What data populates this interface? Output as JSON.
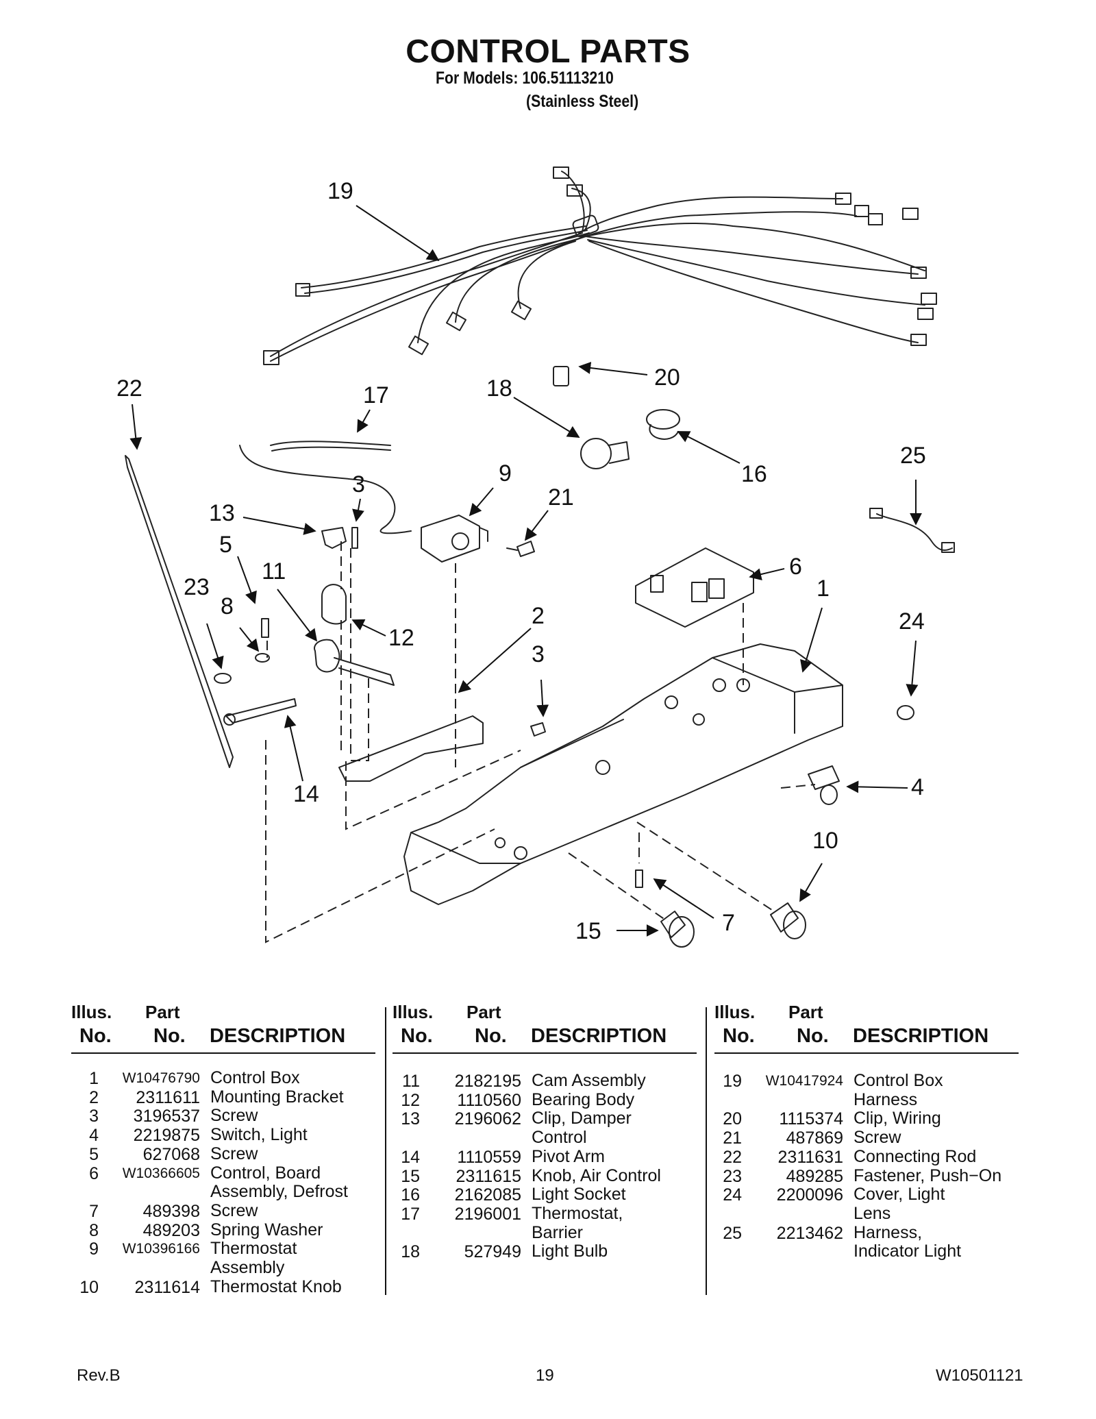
{
  "header": {
    "title": "CONTROL PARTS",
    "models_line": "For Models: 106.51113210",
    "finish_line": "(Stainless Steel)"
  },
  "diagram": {
    "callouts": [
      "19",
      "22",
      "17",
      "18",
      "20",
      "16",
      "25",
      "9",
      "3",
      "21",
      "13",
      "5",
      "11",
      "23",
      "8",
      "12",
      "6",
      "1",
      "2",
      "3",
      "24",
      "14",
      "4",
      "10",
      "15",
      "7"
    ]
  },
  "table_headers": {
    "illus_top": "Illus.",
    "illus_bottom": "No.",
    "part_top": "Part",
    "part_bottom": "No.",
    "description": "DESCRIPTION"
  },
  "columns": [
    {
      "rows": [
        {
          "illus": "1",
          "part": "W10476790",
          "desc": [
            "Control Box"
          ]
        },
        {
          "illus": "2",
          "part": "2311611",
          "desc": [
            "Mounting Bracket"
          ]
        },
        {
          "illus": "3",
          "part": "3196537",
          "desc": [
            "Screw"
          ]
        },
        {
          "illus": "4",
          "part": "2219875",
          "desc": [
            "Switch, Light"
          ]
        },
        {
          "illus": "5",
          "part": "627068",
          "desc": [
            "Screw"
          ]
        },
        {
          "illus": "6",
          "part": "W10366605",
          "desc": [
            "Control, Board",
            "Assembly, Defrost"
          ]
        },
        {
          "illus": "7",
          "part": "489398",
          "desc": [
            "Screw"
          ]
        },
        {
          "illus": "8",
          "part": "489203",
          "desc": [
            "Spring Washer"
          ]
        },
        {
          "illus": "9",
          "part": "W10396166",
          "desc": [
            "Thermostat",
            "Assembly"
          ]
        },
        {
          "illus": "10",
          "part": "2311614",
          "desc": [
            "Thermostat Knob"
          ]
        }
      ]
    },
    {
      "rows": [
        {
          "illus": "11",
          "part": "2182195",
          "desc": [
            "Cam Assembly"
          ]
        },
        {
          "illus": "12",
          "part": "1110560",
          "desc": [
            "Bearing Body"
          ]
        },
        {
          "illus": "13",
          "part": "2196062",
          "desc": [
            "Clip, Damper",
            "Control"
          ]
        },
        {
          "illus": "14",
          "part": "1110559",
          "desc": [
            "Pivot Arm"
          ]
        },
        {
          "illus": "15",
          "part": "2311615",
          "desc": [
            "Knob, Air Control"
          ]
        },
        {
          "illus": "16",
          "part": "2162085",
          "desc": [
            "Light Socket"
          ]
        },
        {
          "illus": "17",
          "part": "2196001",
          "desc": [
            "Thermostat,",
            "Barrier"
          ]
        },
        {
          "illus": "18",
          "part": "527949",
          "desc": [
            "Light Bulb"
          ]
        }
      ]
    },
    {
      "rows": [
        {
          "illus": "19",
          "part": "W10417924",
          "desc": [
            "Control Box",
            "Harness"
          ]
        },
        {
          "illus": "20",
          "part": "1115374",
          "desc": [
            "Clip, Wiring"
          ]
        },
        {
          "illus": "21",
          "part": "487869",
          "desc": [
            "Screw"
          ]
        },
        {
          "illus": "22",
          "part": "2311631",
          "desc": [
            "Connecting Rod"
          ]
        },
        {
          "illus": "23",
          "part": "489285",
          "desc": [
            "Fastener, Push−On"
          ]
        },
        {
          "illus": "24",
          "part": "2200096",
          "desc": [
            "Cover, Light",
            "Lens"
          ]
        },
        {
          "illus": "25",
          "part": "2213462",
          "desc": [
            "Harness,",
            "Indicator Light"
          ]
        }
      ]
    }
  ],
  "footer": {
    "revision": "Rev.B",
    "page": "19",
    "doc_number": "W10501121"
  }
}
